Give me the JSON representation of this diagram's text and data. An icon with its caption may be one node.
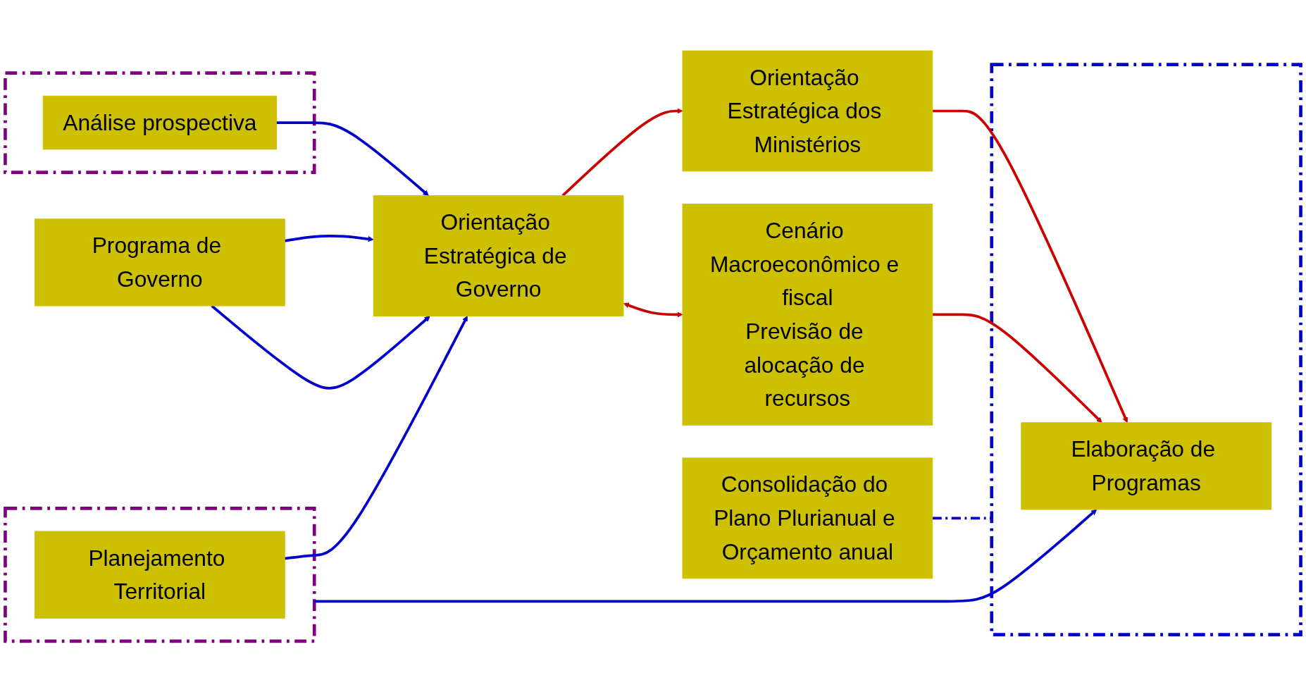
{
  "diagram": {
    "nodes": [
      {
        "text": [],
        "shape": "box"
      },
      {
        "text": [
          "Análise prospectiva"
        ],
        "in": 0
      },
      {
        "text": [
          "Programa de Governo"
        ]
      },
      {
        "text": [
          "Orientação Estratégica de Governo"
        ]
      },
      {
        "text": [
          "Orientação Estratégica dos Ministérios"
        ]
      },
      {
        "text": [
          "Cenário Macroeconômico e fiscal",
          "Previsão de alocação de recursos"
        ]
      },
      {
        "text": [
          "Consolidação do Plano Plurianual e Orçamento anual"
        ]
      },
      {
        "text": [],
        "shape": "box"
      },
      {
        "text": [
          "Elaboração de Programas"
        ],
        "in": 7
      },
      {
        "text": [],
        "shape": "box"
      },
      {
        "text": [
          "Planejamento Territorial"
        ],
        "in": 9
      }
    ],
    "edges": [
      {
        "from": 1,
        "to": 3,
        "arrow": "to"
      },
      {
        "from": 2,
        "to": 3,
        "arrow": "to"
      },
      {
        "from": 2,
        "to": 3,
        "arrow": "to"
      },
      {
        "from": 3,
        "to": 4,
        "arrow": "to",
        "color": "#cc0000"
      },
      {
        "from": 3,
        "to": 5,
        "arrow": "both",
        "color": "#cc0000"
      },
      {
        "from": 4,
        "to": 8,
        "arrow": "to",
        "color": "#cc0000"
      },
      {
        "from": 5,
        "to": 8,
        "arrow": "to",
        "color": "#cc0000"
      },
      {
        "from": 6,
        "to": 7,
        "arrow": "none",
        "style": "dashed"
      },
      {
        "from": 10,
        "to": 3,
        "arrow": "to"
      },
      {
        "from": 9,
        "to": 8,
        "arrow": "to"
      }
    ]
  }
}
